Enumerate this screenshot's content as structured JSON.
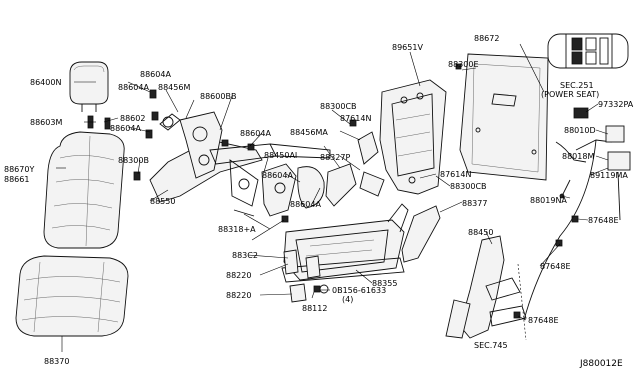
{
  "diagram": {
    "id": "J880012E",
    "labels": {
      "p88672": "88672",
      "p88300E": "88300E",
      "p89651V": "89651V",
      "p86400N": "86400N",
      "p88604A_1": "88604A",
      "p88604A_2": "88604A",
      "p88604A_3": "88604A",
      "p88604A_4": "88604A",
      "p88604A_5": "88604A",
      "p88604A_6": "88604A",
      "p88456M": "88456M",
      "p88600BB": "88600BB",
      "p88603M": "88603M",
      "p88602": "88602",
      "p88300CB_1": "88300CB",
      "p88300CB_2": "88300CB",
      "p87614N_1": "87614N",
      "p87614N_2": "87614N",
      "p88456MA": "88456MA",
      "p88327P": "88327P",
      "p88670Y": "88670Y",
      "p88661": "88661",
      "p88300B": "88300B",
      "p88450AI": "88450AI",
      "p88550": "88550",
      "p88318A": "88318+A",
      "p88377": "88377",
      "p88450": "88450",
      "p883C2": "883C2",
      "p88220_1": "88220",
      "p88220_2": "88220",
      "p88355": "88355",
      "p08156": "0B156-61633",
      "p08156_qty": "(4)",
      "p88112": "88112",
      "p88370": "88370",
      "sec251": "SEC.251",
      "power_seat": "(POWER SEAT)",
      "p97332PA": "97332PA",
      "p88010D": "88010D",
      "p88018M": "88018M",
      "p89119MA": "89119MA",
      "p88019NA": "88019NA",
      "p87648E_1": "87648E",
      "p87648E_2": "87648E",
      "p87648E_3": "87648E",
      "sec745": "SEC.745"
    }
  }
}
